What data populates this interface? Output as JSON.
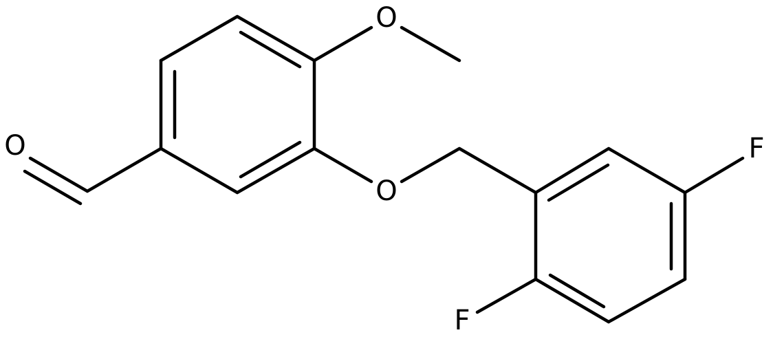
{
  "atoms": {
    "O1": "O",
    "O2": "O",
    "O3": "O",
    "F1": "F",
    "F2": "F"
  },
  "colors": {
    "bond": "#000000",
    "label": "#000000",
    "background": "#ffffff"
  }
}
